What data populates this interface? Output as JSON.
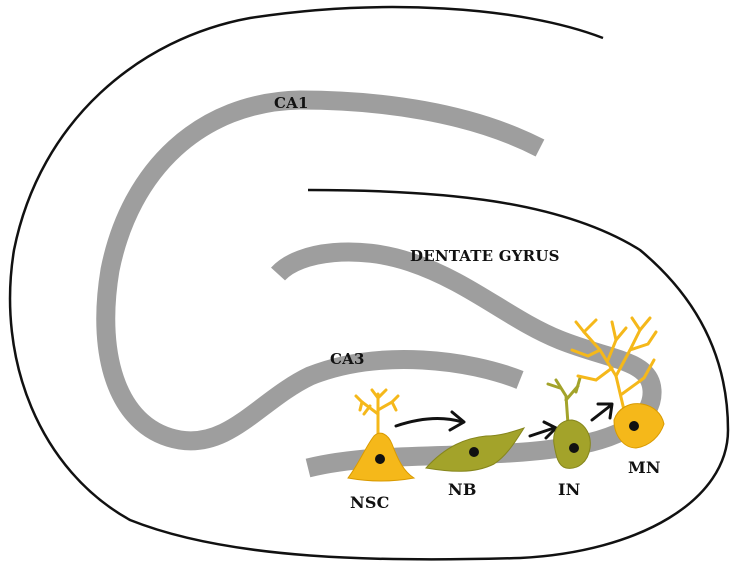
{
  "regions": {
    "ca1": "CA1",
    "ca3": "CA3",
    "dentate_gyrus": "DENTATE GYRUS"
  },
  "cells": {
    "nsc": "NSC",
    "nb": "NB",
    "in": "IN",
    "mn": "MN"
  },
  "colors": {
    "layer": "#9e9e9e",
    "stem_cell": "#f5b81a",
    "neuroblast": "#a3a32a",
    "immature_neuron": "#a3a32a",
    "mature_neuron": "#f5b81a",
    "outline": "#111111"
  }
}
